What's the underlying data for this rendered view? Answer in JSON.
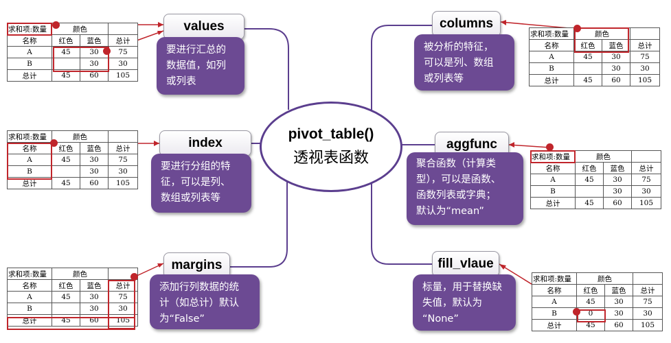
{
  "center": {
    "title": "pivot_table()",
    "subtitle": "透视表函数"
  },
  "nodes": {
    "values": {
      "label": "values",
      "desc": [
        "要进行汇总的",
        "数据值，如列",
        "或列表"
      ]
    },
    "index": {
      "label": "index",
      "desc": [
        "要进行分组的特",
        "征，可以是列、",
        "数组或列表等"
      ]
    },
    "margins": {
      "label": "margins",
      "desc": [
        "添加行列数据的统",
        "计（如总计）默认",
        "为“False”"
      ]
    },
    "columns": {
      "label": "columns",
      "desc": [
        "被分析的特征，",
        "可以是列、数组",
        "或列表等"
      ]
    },
    "aggfunc": {
      "label": "aggfunc",
      "desc": [
        "聚合函数（计算类",
        "型），可以是函数、",
        "函数列表或字典；",
        "默认为“mean”"
      ]
    },
    "fill_value": {
      "label": "fill_vlaue",
      "desc": [
        "标量，用于替换缺",
        "失值，默认为",
        "“None”"
      ]
    }
  },
  "tables": {
    "values": {
      "header": [
        "求和项:数量",
        "颜色"
      ],
      "cols": [
        "名称",
        "红色",
        "蓝色",
        "总计"
      ],
      "rows": [
        [
          "A",
          "45",
          "30",
          "75"
        ],
        [
          "B",
          "",
          "30",
          "30"
        ],
        [
          "总计",
          "45",
          "60",
          "105"
        ]
      ]
    },
    "index": {
      "header": [
        "求和项:数量",
        "颜色"
      ],
      "cols": [
        "名称",
        "红色",
        "蓝色",
        "总计"
      ],
      "rows": [
        [
          "A",
          "45",
          "30",
          "75"
        ],
        [
          "B",
          "",
          "30",
          "30"
        ],
        [
          "总计",
          "45",
          "60",
          "105"
        ]
      ]
    },
    "margins": {
      "header": [
        "求和项:数量",
        "颜色"
      ],
      "cols": [
        "名称",
        "红色",
        "蓝色",
        "总计"
      ],
      "rows": [
        [
          "A",
          "45",
          "30",
          "75"
        ],
        [
          "B",
          "",
          "30",
          "30"
        ],
        [
          "总计",
          "45",
          "60",
          "105"
        ]
      ]
    },
    "columns": {
      "header": [
        "求和项:数量",
        "颜色"
      ],
      "cols": [
        "名称",
        "红色",
        "蓝色",
        "总计"
      ],
      "rows": [
        [
          "A",
          "45",
          "30",
          "75"
        ],
        [
          "B",
          "",
          "30",
          "30"
        ],
        [
          "总计",
          "45",
          "60",
          "105"
        ]
      ]
    },
    "aggfunc": {
      "header": [
        "求和项:数量",
        "颜色"
      ],
      "cols": [
        "名称",
        "红色",
        "蓝色",
        "总计"
      ],
      "rows": [
        [
          "A",
          "45",
          "30",
          "75"
        ],
        [
          "B",
          "",
          "30",
          "30"
        ],
        [
          "总计",
          "45",
          "60",
          "105"
        ]
      ]
    },
    "fill_value": {
      "header": [
        "求和项:数量",
        "颜色"
      ],
      "cols": [
        "名称",
        "红色",
        "蓝色",
        "总计"
      ],
      "rows": [
        [
          "A",
          "45",
          "30",
          "75"
        ],
        [
          "B",
          "0",
          "30",
          "30"
        ],
        [
          "总计",
          "45",
          "60",
          "105"
        ]
      ]
    }
  },
  "colors": {
    "node_fill": "#6c4a93",
    "connector": "#5b3e8e",
    "highlight": "#c0252b"
  }
}
